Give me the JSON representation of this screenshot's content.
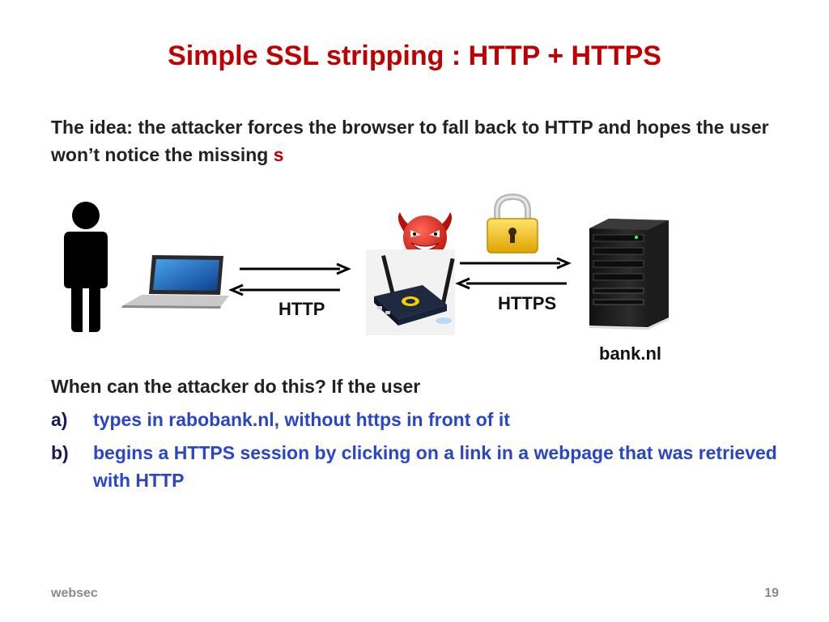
{
  "slide": {
    "title": "Simple SSL stripping :  HTTP + HTTPS",
    "intro_text": "The idea: the attacker forces the browser to fall back to HTTP and hopes the user won’t notice the missing ",
    "intro_highlight": "s",
    "accent_color": "#c00000",
    "list_color": "#2945c8"
  },
  "diagram": {
    "label_http": "HTTP",
    "label_https": "HTTPS",
    "label_bank": "bank.nl",
    "icons": [
      "person-icon",
      "laptop-icon",
      "devil-icon",
      "padlock-icon",
      "router-icon",
      "server-icon"
    ]
  },
  "questions": {
    "lead": "When can the attacker do this? If the user",
    "items": [
      {
        "marker": "a)",
        "text": "types in rabobank.nl, without https in front of it"
      },
      {
        "marker": "b)",
        "text": "begins a HTTPS session by clicking on a link in a webpage that was retrieved with HTTP"
      }
    ]
  },
  "footer": {
    "course": "websec",
    "page_number": "19"
  }
}
